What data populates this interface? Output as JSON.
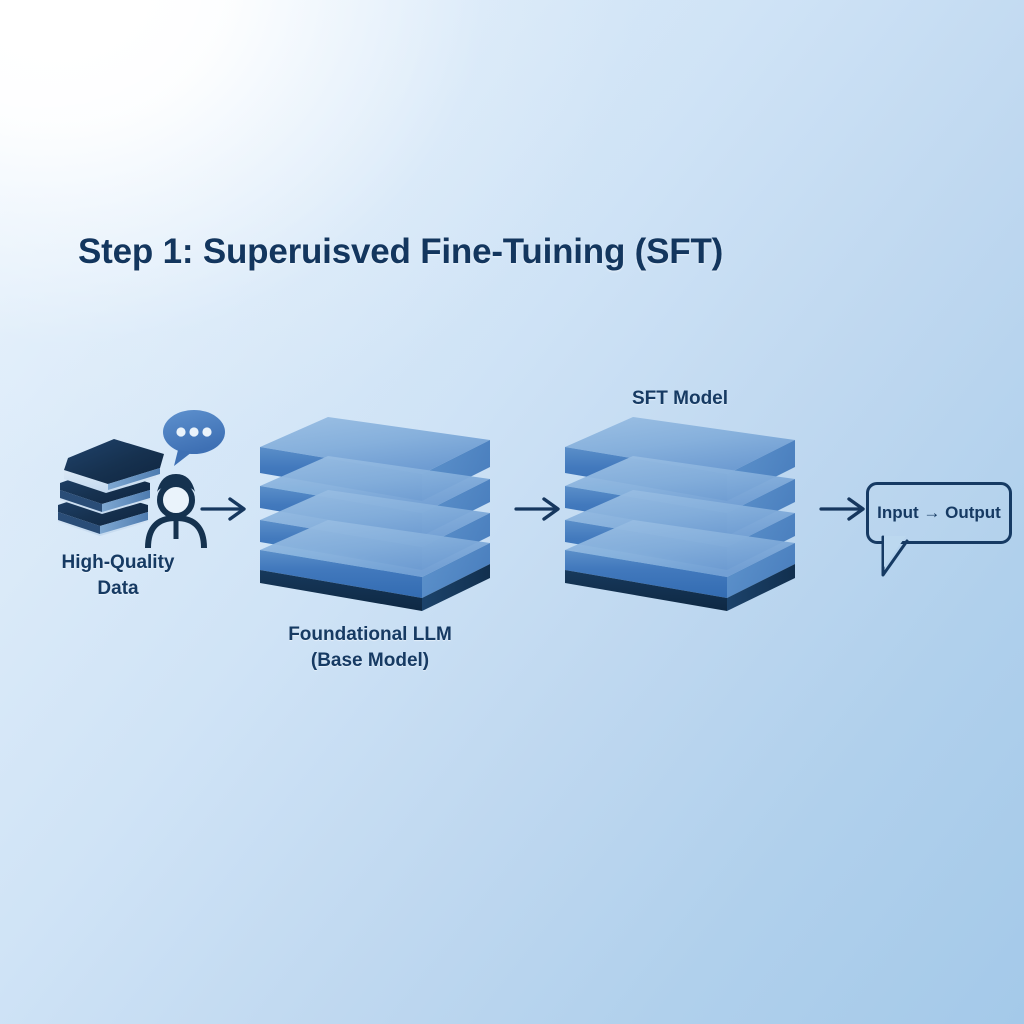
{
  "title": "Step 1: Superuisved Fine-Tuining (SFT)",
  "colors": {
    "title_navy": "#13365E",
    "label_navy": "#163A63",
    "slab_top": "#8FB8DF",
    "slab_front": "#3E77BC",
    "slab_side": "#5E95CE",
    "base_dark": "#12304E",
    "glow_cyan": "#6FE4FF",
    "bubble_blue": "#4A7FC1",
    "book_navy": "#1B3A5F",
    "bg_light": "#FFFFFF",
    "bg_deep": "#A4C9E9"
  },
  "nodes": {
    "data_source": {
      "label_line1": "High-Quality",
      "label_line2": "Data",
      "icons": [
        "books-icon",
        "person-icon",
        "speech-bubble-dots-icon"
      ]
    },
    "base_model": {
      "label_line1": "Foundational LLM",
      "label_line2": "(Base Model)",
      "icon": "layered-model-stack-icon",
      "layers": 4
    },
    "sft_model": {
      "label": "SFT Model",
      "icon": "layered-model-stack-icon",
      "layers": 4
    },
    "output": {
      "text": "Input → Output",
      "icon": "speech-bubble-icon"
    }
  },
  "arrows": [
    {
      "name": "arrow-data-to-base",
      "glyph": "→"
    },
    {
      "name": "arrow-base-to-sft",
      "glyph": "→"
    },
    {
      "name": "arrow-sft-to-output",
      "glyph": "→"
    }
  ]
}
